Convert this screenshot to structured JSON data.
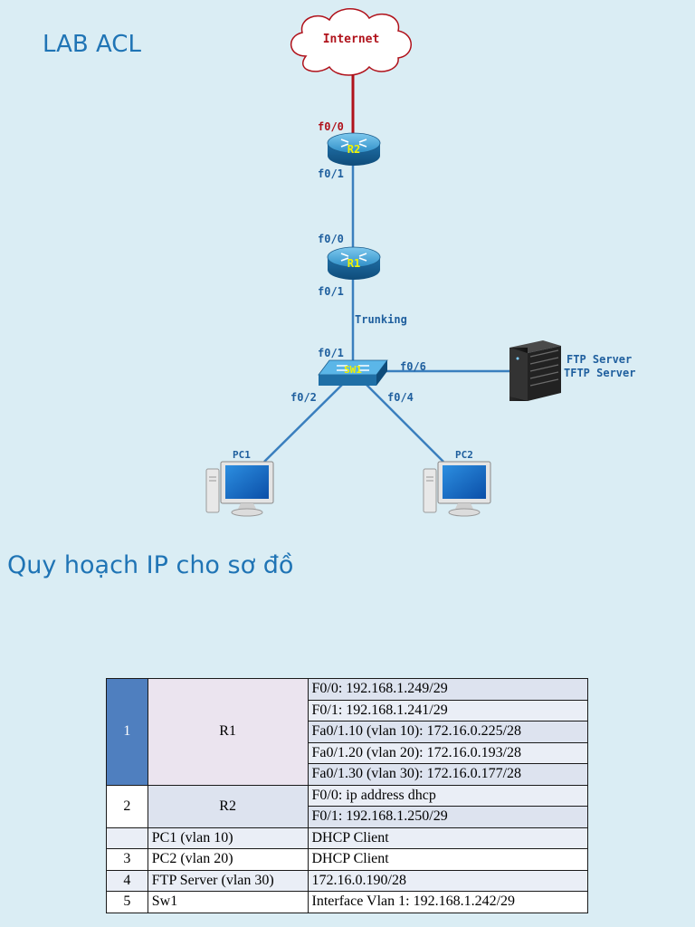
{
  "title": "LAB ACL",
  "section_title": "Quy hoạch IP cho sơ đồ",
  "diagram": {
    "internet_label": "Internet",
    "r2": {
      "label": "R2",
      "port_top": "f0/0",
      "port_bottom": "f0/1"
    },
    "r1": {
      "label": "R1",
      "port_top": "f0/0",
      "port_bottom": "f0/1"
    },
    "link_label": "Trunking",
    "sw1": {
      "label": "SW1",
      "port_top": "f0/1",
      "port_left": "f0/2",
      "port_down": "f0/4",
      "port_right": "f0/6"
    },
    "pc1_label": "PC1",
    "pc2_label": "PC2",
    "server_label_1": "FTP Server",
    "server_label_2": "TFTP Server",
    "colors": {
      "internet_link": "#b0121b",
      "links": "#3a7fbe",
      "port_text": "#1f5f9e",
      "router_label": "#f2f200"
    }
  },
  "table": {
    "r1_num": "1",
    "r1_name": "R1",
    "r1_ips": [
      "F0/0: 192.168.1.249/29",
      "F0/1: 192.168.1.241/29",
      "Fa0/1.10 (vlan 10): 172.16.0.225/28",
      "Fa0/1.20 (vlan 20): 172.16.0.193/28",
      "Fa0/1.30 (vlan 30): 172.16.0.177/28"
    ],
    "r2_num": "2",
    "r2_name": "R2",
    "r2_ips": [
      "F0/0: ip address dhcp",
      "F0/1: 192.168.1.250/29"
    ],
    "rows": [
      {
        "num": "",
        "device": "PC1 (vlan 10)",
        "ip": "DHCP Client"
      },
      {
        "num": "3",
        "device": "PC2 (vlan 20)",
        "ip": "DHCP Client"
      },
      {
        "num": "4",
        "device": "FTP Server (vlan 30)",
        "ip": "172.16.0.190/28"
      },
      {
        "num": "5",
        "device": "Sw1",
        "ip": "Interface Vlan 1: 192.168.1.242/29"
      }
    ]
  }
}
